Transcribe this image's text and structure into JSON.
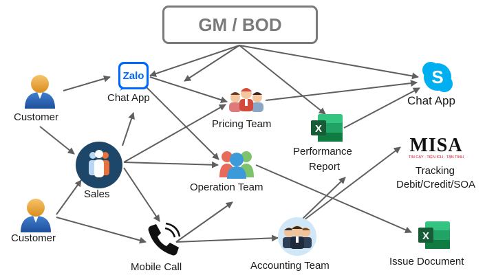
{
  "title_box": {
    "text": "GM / BOD"
  },
  "nodes": {
    "customer_top": "Customer",
    "customer_bottom": "Customer",
    "zalo_chat": "Chat App",
    "zalo_logo_text": "Zalo",
    "sales": "Sales",
    "mobile_call": "Mobile Call",
    "pricing_team": "Pricing Team",
    "operation_team": "Operation Team",
    "performance_report_line1": "Performance",
    "performance_report_line2": "Report",
    "accounting_team": "Accounting Team",
    "skype_chat": "Chat App",
    "misa_logo": "MISA",
    "misa_tagline": "TIN CẬY · TIỆN ÍCH · TẬN TÌNH",
    "tracking_line1": "Tracking",
    "tracking_line2": "Debit/Credit/SOA",
    "issue_document": "Issue Document",
    "excel_letter": "X"
  },
  "colors": {
    "arrow": "#5f5f5f",
    "box_border": "#7a7a7a",
    "excel": "#1d6f42",
    "skype": "#00aff0",
    "zalo": "#0068ff",
    "misa_red": "#d3122a"
  },
  "icons": [
    "customer-icon",
    "zalo-icon",
    "sales-icon",
    "phone-icon",
    "pricing-team-icon",
    "operation-team-icon",
    "excel-icon",
    "accounting-team-icon",
    "skype-icon",
    "misa-logo"
  ]
}
